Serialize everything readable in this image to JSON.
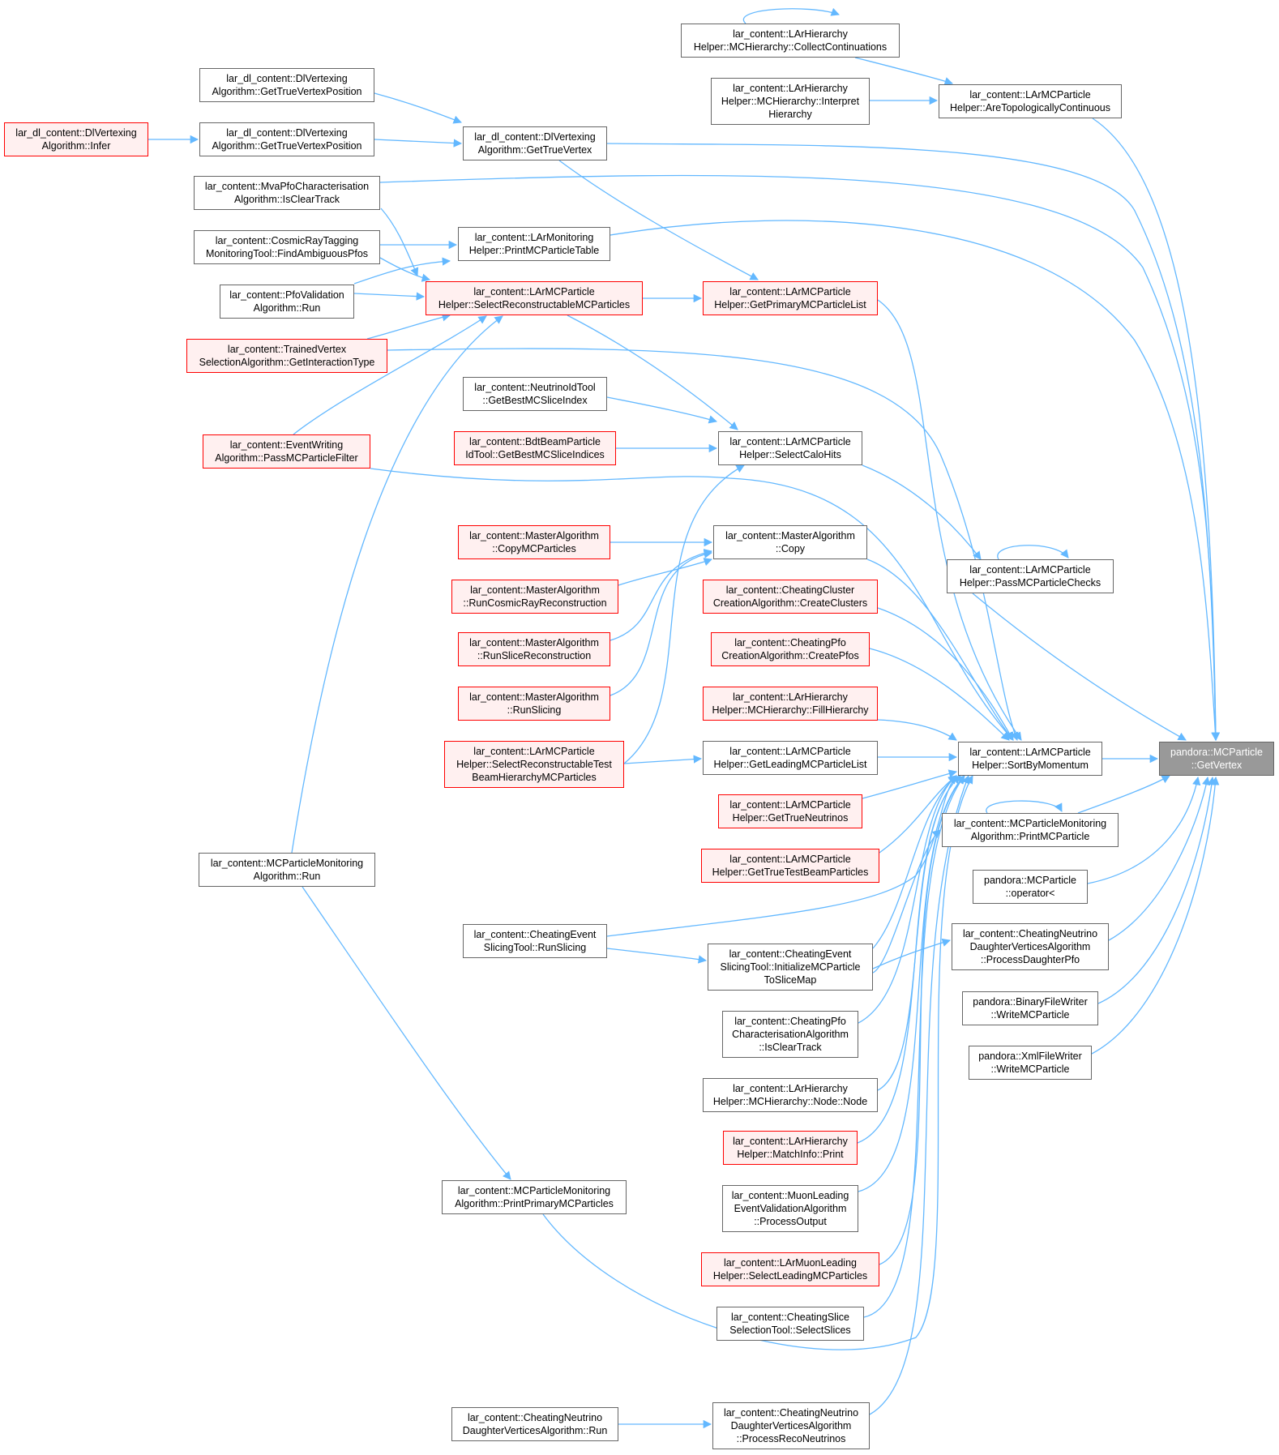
{
  "graph": {
    "edge_color": "#63b8ff",
    "node_border": "#666666",
    "truncated_border": "#ff0000",
    "truncated_fill": "#fff0f0",
    "target_fill": "#999999",
    "nodes": {
      "get_vertex": {
        "label": "pandora::MCParticle\n::GetVertex",
        "kind": "target"
      },
      "collect_continuations": {
        "label": "lar_content::LArHierarchy\nHelper::MCHierarchy::CollectContinuations",
        "kind": "plain"
      },
      "interpret_hierarchy": {
        "label": "lar_content::LArHierarchy\nHelper::MCHierarchy::Interpret\nHierarchy",
        "kind": "plain"
      },
      "are_topo_continuous": {
        "label": "lar_content::LArMCParticle\nHelper::AreTopologicallyContinuous",
        "kind": "plain"
      },
      "dl_true_vertex_pos_1": {
        "label": "lar_dl_content::DlVertexing\nAlgorithm::GetTrueVertexPosition",
        "kind": "plain"
      },
      "dl_infer": {
        "label": "lar_dl_content::DlVertexing\nAlgorithm::Infer",
        "kind": "trunc"
      },
      "dl_true_vertex_pos_2": {
        "label": "lar_dl_content::DlVertexing\nAlgorithm::GetTrueVertexPosition",
        "kind": "plain"
      },
      "dl_true_vertex": {
        "label": "lar_dl_content::DlVertexing\nAlgorithm::GetTrueVertex",
        "kind": "plain"
      },
      "mva_is_clear_track": {
        "label": "lar_content::MvaPfoCharacterisation\nAlgorithm::IsClearTrack",
        "kind": "plain"
      },
      "cosmic_find_ambiguous": {
        "label": "lar_content::CosmicRayTagging\nMonitoringTool::FindAmbiguousPfos",
        "kind": "plain"
      },
      "print_mc_table": {
        "label": "lar_content::LArMonitoring\nHelper::PrintMCParticleTable",
        "kind": "plain"
      },
      "pfo_validation_run": {
        "label": "lar_content::PfoValidation\nAlgorithm::Run",
        "kind": "plain"
      },
      "select_reconstructable": {
        "label": "lar_content::LArMCParticle\nHelper::SelectReconstructableMCParticles",
        "kind": "trunc"
      },
      "get_primary_list": {
        "label": "lar_content::LArMCParticle\nHelper::GetPrimaryMCParticleList",
        "kind": "trunc"
      },
      "trained_vertex": {
        "label": "lar_content::TrainedVertex\nSelectionAlgorithm::GetInteractionType",
        "kind": "trunc"
      },
      "neutrino_id_tool": {
        "label": "lar_content::NeutrinoIdTool\n::GetBestMCSliceIndex",
        "kind": "plain"
      },
      "bdt_beam": {
        "label": "lar_content::BdtBeamParticle\nIdTool::GetBestMCSliceIndices",
        "kind": "trunc"
      },
      "select_calo_hits": {
        "label": "lar_content::LArMCParticle\nHelper::SelectCaloHits",
        "kind": "plain"
      },
      "event_writing": {
        "label": "lar_content::EventWriting\nAlgorithm::PassMCParticleFilter",
        "kind": "trunc"
      },
      "master_copy_mc": {
        "label": "lar_content::MasterAlgorithm\n::CopyMCParticles",
        "kind": "trunc"
      },
      "master_copy": {
        "label": "lar_content::MasterAlgorithm\n::Copy",
        "kind": "plain"
      },
      "master_run_cosmic": {
        "label": "lar_content::MasterAlgorithm\n::RunCosmicRayReconstruction",
        "kind": "trunc"
      },
      "master_run_slice_reco": {
        "label": "lar_content::MasterAlgorithm\n::RunSliceReconstruction",
        "kind": "trunc"
      },
      "master_run_slicing": {
        "label": "lar_content::MasterAlgorithm\n::RunSlicing",
        "kind": "trunc"
      },
      "select_reco_testbeam": {
        "label": "lar_content::LArMCParticle\nHelper::SelectReconstructableTest\nBeamHierarchyMCParticles",
        "kind": "trunc"
      },
      "pass_mc_checks": {
        "label": "lar_content::LArMCParticle\nHelper::PassMCParticleChecks",
        "kind": "plain"
      },
      "cheating_cluster": {
        "label": "lar_content::CheatingCluster\nCreationAlgorithm::CreateClusters",
        "kind": "trunc"
      },
      "cheating_pfo_create": {
        "label": "lar_content::CheatingPfo\nCreationAlgorithm::CreatePfos",
        "kind": "trunc"
      },
      "fill_hierarchy": {
        "label": "lar_content::LArHierarchy\nHelper::MCHierarchy::FillHierarchy",
        "kind": "trunc"
      },
      "get_leading_list": {
        "label": "lar_content::LArMCParticle\nHelper::GetLeadingMCParticleList",
        "kind": "plain"
      },
      "sort_by_momentum": {
        "label": "lar_content::LArMCParticle\nHelper::SortByMomentum",
        "kind": "plain"
      },
      "get_true_neutrinos": {
        "label": "lar_content::LArMCParticle\nHelper::GetTrueNeutrinos",
        "kind": "trunc"
      },
      "print_mc_particle": {
        "label": "lar_content::MCParticleMonitoring\nAlgorithm::PrintMCParticle",
        "kind": "plain"
      },
      "get_true_testbeam": {
        "label": "lar_content::LArMCParticle\nHelper::GetTrueTestBeamParticles",
        "kind": "trunc"
      },
      "mc_monitoring_run": {
        "label": "lar_content::MCParticleMonitoring\nAlgorithm::Run",
        "kind": "plain"
      },
      "operator_less": {
        "label": "pandora::MCParticle\n::operator<",
        "kind": "plain"
      },
      "cheating_event_run_slicing": {
        "label": "lar_content::CheatingEvent\nSlicingTool::RunSlicing",
        "kind": "plain"
      },
      "cheating_event_init_map": {
        "label": "lar_content::CheatingEvent\nSlicingTool::InitializeMCParticle\nToSliceMap",
        "kind": "plain"
      },
      "process_daughter_pfo": {
        "label": "lar_content::CheatingNeutrino\nDaughterVerticesAlgorithm\n::ProcessDaughterPfo",
        "kind": "plain"
      },
      "cheating_pfo_char": {
        "label": "lar_content::CheatingPfo\nCharacterisationAlgorithm\n::IsClearTrack",
        "kind": "plain"
      },
      "binary_writer": {
        "label": "pandora::BinaryFileWriter\n::WriteMCParticle",
        "kind": "plain"
      },
      "xml_writer": {
        "label": "pandora::XmlFileWriter\n::WriteMCParticle",
        "kind": "plain"
      },
      "node_node": {
        "label": "lar_content::LArHierarchy\nHelper::MCHierarchy::Node::Node",
        "kind": "plain"
      },
      "match_info_print": {
        "label": "lar_content::LArHierarchy\nHelper::MatchInfo::Print",
        "kind": "trunc"
      },
      "print_primary": {
        "label": "lar_content::MCParticleMonitoring\nAlgorithm::PrintPrimaryMCParticles",
        "kind": "plain"
      },
      "muon_leading": {
        "label": "lar_content::MuonLeading\nEventValidationAlgorithm\n::ProcessOutput",
        "kind": "plain"
      },
      "select_leading_mc": {
        "label": "lar_content::LArMuonLeading\nHelper::SelectLeadingMCParticles",
        "kind": "trunc"
      },
      "cheating_slice_select": {
        "label": "lar_content::CheatingSlice\nSelectionTool::SelectSlices",
        "kind": "plain"
      },
      "cheating_nu_run": {
        "label": "lar_content::CheatingNeutrino\nDaughterVerticesAlgorithm::Run",
        "kind": "plain"
      },
      "process_reco_neutrinos": {
        "label": "lar_content::CheatingNeutrino\nDaughterVerticesAlgorithm\n::ProcessRecoNeutrinos",
        "kind": "plain"
      }
    }
  }
}
